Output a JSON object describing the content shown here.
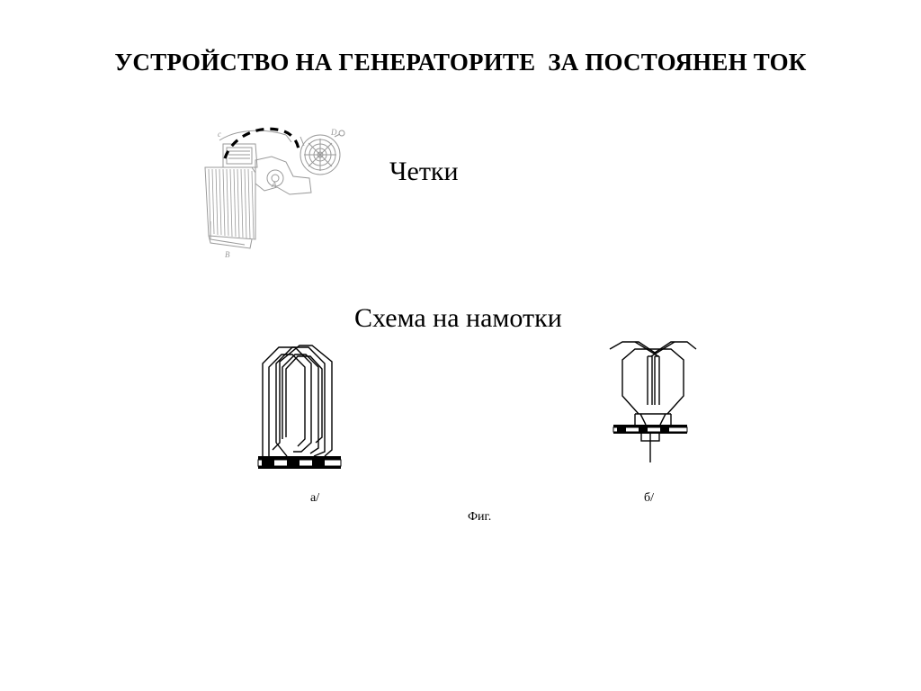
{
  "slide": {
    "title": "УСТРОЙСТВО НА ГЕНЕРАТОРИТЕ  ЗА ПОСТОЯНЕН ТОК",
    "brushes_label": "Четки",
    "scheme_label": "Схема на намотки"
  },
  "brush_figure": {
    "labels": {
      "c": "c",
      "d": "D",
      "a": "A",
      "b": "B"
    }
  },
  "winding_figure": {
    "caption_a": "а/",
    "caption_b": "б/",
    "caption_fig": "Фиг."
  },
  "colors": {
    "drawing": "#000000",
    "brush_drawing": "#9a9a9a"
  }
}
